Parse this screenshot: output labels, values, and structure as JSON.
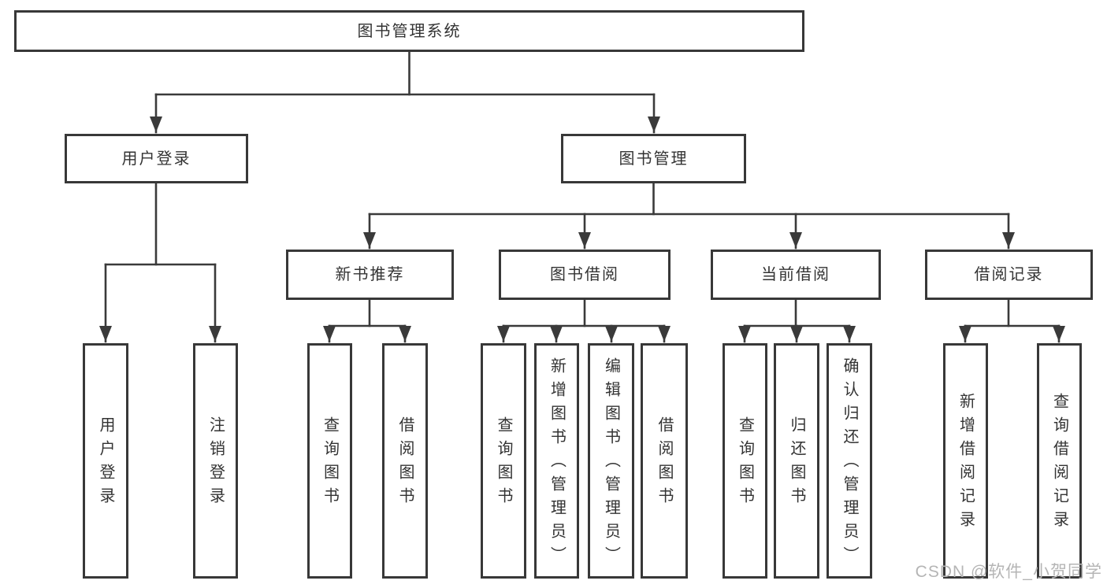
{
  "diagram_title": "图书管理系统",
  "nodes": {
    "root": "图书管理系统",
    "user_login": "用户登录",
    "book_mgmt": "图书管理",
    "new_book_rec": "新书推荐",
    "book_borrow": "图书借阅",
    "current_borrow": "当前借阅",
    "borrow_record": "借阅记录",
    "leaf_user_login": "用户登录",
    "leaf_logout": "注销登录",
    "leaf_query_book_a": "查询图书",
    "leaf_borrow_book_a": "借阅图书",
    "leaf_query_book_b": "查询图书",
    "leaf_add_book": "新增图书（管理员）",
    "leaf_edit_book": "编辑图书（管理员）",
    "leaf_borrow_book_b": "借阅图书",
    "leaf_query_book_c": "查询图书",
    "leaf_return_book": "归还图书",
    "leaf_confirm_return": "确认归还（管理员）",
    "leaf_add_record": "新增借阅记录",
    "leaf_query_record": "查询借阅记录"
  },
  "hierarchy": {
    "图书管理系统": {
      "用户登录": [
        "用户登录",
        "注销登录"
      ],
      "图书管理": {
        "新书推荐": [
          "查询图书",
          "借阅图书"
        ],
        "图书借阅": [
          "查询图书",
          "新增图书（管理员）",
          "编辑图书（管理员）",
          "借阅图书"
        ],
        "当前借阅": [
          "查询图书",
          "归还图书",
          "确认归还（管理员）"
        ],
        "借阅记录": [
          "新增借阅记录",
          "查询借阅记录"
        ]
      }
    }
  },
  "watermark": "CSDN @软件_小贺同学",
  "colors": {
    "line": "#3a3a3a",
    "box_border": "#383838",
    "text": "#333333",
    "watermark": "#b5b5b5",
    "background": "#ffffff"
  }
}
